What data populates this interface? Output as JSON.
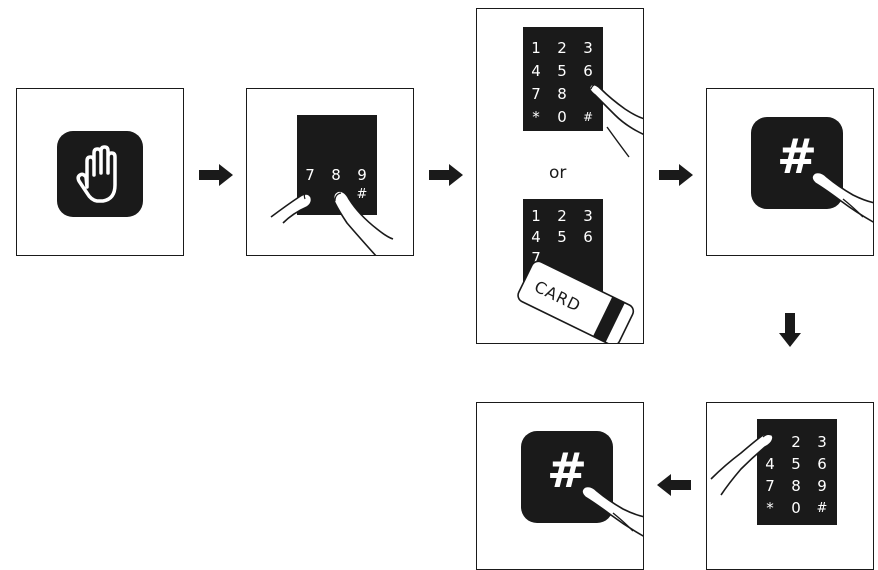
{
  "step1": {
    "icon": "raised-hand-icon"
  },
  "step2": {
    "keys": [
      "7",
      "8",
      "9",
      "#"
    ]
  },
  "step3": {
    "keypad_top": [
      "1",
      "2",
      "3",
      "4",
      "5",
      "6",
      "7",
      "8",
      "",
      "*",
      "0",
      "#"
    ],
    "or_label": "or",
    "keypad_bottom": [
      "1",
      "2",
      "3",
      "4",
      "5",
      "6",
      "7",
      "",
      "",
      "*",
      "",
      ""
    ],
    "card_label": "CARD"
  },
  "step4": {
    "hash": "#"
  },
  "step5": {
    "keys": [
      "",
      "2",
      "3",
      "4",
      "5",
      "6",
      "7",
      "8",
      "9",
      "*",
      "0",
      "#"
    ]
  },
  "step6": {
    "hash": "#"
  },
  "colors": {
    "ink": "#1a1a1a",
    "paper": "#ffffff"
  }
}
